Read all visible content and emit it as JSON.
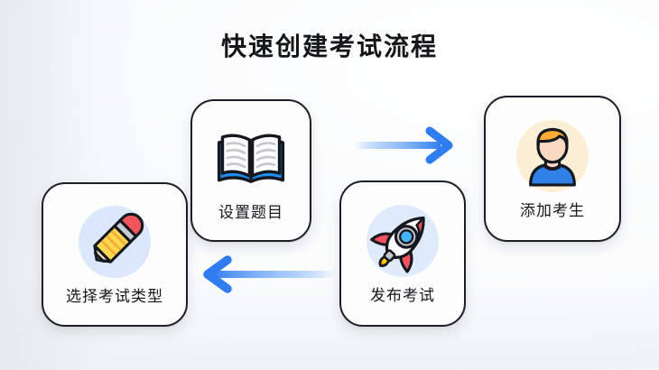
{
  "page": {
    "title": "快速创建考试流程",
    "background_color": "#f4f5f7",
    "accent_color": "#4a90f7"
  },
  "steps": [
    {
      "id": "choose-exam-type",
      "order": 1,
      "label": "选择考试类型",
      "icon": "pencil-icon",
      "halo_color": "#dbe8fb",
      "icon_colors": {
        "body": "#ffd84d",
        "eraser": "#f2545b",
        "ferrule": "#c9ccd1",
        "wood": "#fbe0bd",
        "tip": "#3b3d52"
      }
    },
    {
      "id": "set-questions",
      "order": 2,
      "label": "设置题目",
      "icon": "open-book-icon",
      "halo_color": "none",
      "icon_colors": {
        "cover": "#1f8cf0",
        "pages": "#ffffff",
        "lines": "#c6cad0"
      }
    },
    {
      "id": "add-examinees",
      "order": 3,
      "label": "添加考生",
      "icon": "user-icon",
      "halo_color": "#fdeed6",
      "icon_colors": {
        "hair": "#ffab33",
        "skin": "#fbd9c4",
        "shirt": "#2f81e8"
      }
    },
    {
      "id": "publish-exam",
      "order": 4,
      "label": "发布考试",
      "icon": "rocket-icon",
      "halo_color": "#dfeafb",
      "icon_colors": {
        "body": "#ffffff",
        "fins": "#f5515f",
        "window": "#43b3f5",
        "ring": "#c5c9cf",
        "flame": "#ffd000",
        "flame_outer": "#ff8a1e"
      }
    }
  ],
  "arrows": [
    {
      "id": "arrow-set-to-add",
      "direction": "right",
      "from": "设置题目",
      "to": "添加考生",
      "color": "#4a90f7"
    },
    {
      "id": "arrow-publish-to-choose",
      "direction": "left",
      "from": "发布考试",
      "to": "选择考试类型",
      "color": "#3d87f5"
    }
  ]
}
